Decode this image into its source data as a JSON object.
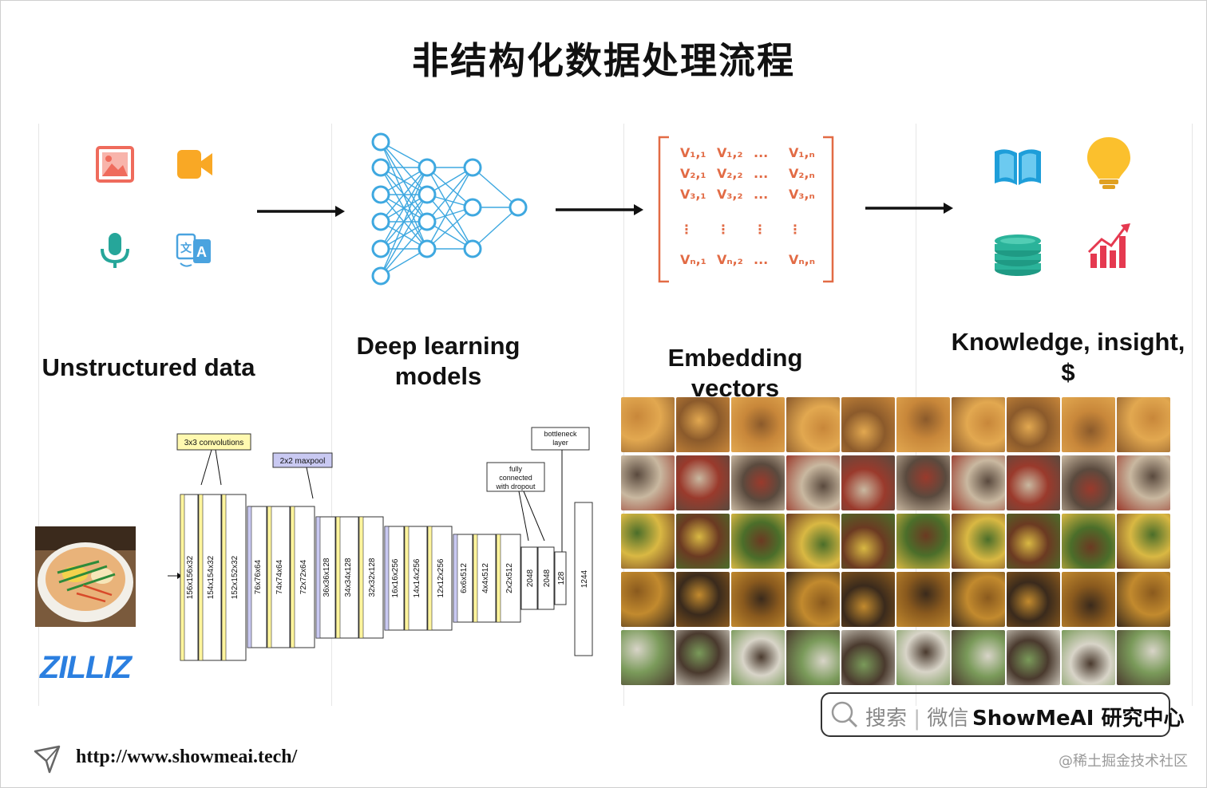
{
  "title": "非结构化数据处理流程",
  "stages": [
    {
      "label": "Unstructured data"
    },
    {
      "label_line1": "Deep learning",
      "label_line2": "models"
    },
    {
      "label": "Embedding vectors"
    },
    {
      "label_line1": "Knowledge, insight,",
      "label_line2": "$"
    }
  ],
  "input_icons": [
    "image-icon",
    "video-camera-icon",
    "microphone-icon",
    "translate-icon"
  ],
  "output_icons": [
    "open-book-icon",
    "light-bulb-icon",
    "database-icon",
    "growth-chart-icon"
  ],
  "colors": {
    "image": "#ef6b5c",
    "video": "#f9a825",
    "mic": "#26a69a",
    "translate": "#4aa3df",
    "network": "#3ea8e0",
    "matrix": "#e26b45",
    "book": "#1e9ed9",
    "bulb": "#fbc02d",
    "database": "#2bb39a",
    "chart": "#e53950",
    "zilliz": "#2b7fe0"
  },
  "matrix": {
    "rows": [
      [
        "V₁,₁",
        "V₁,₂",
        "...",
        "V₁,ₙ"
      ],
      [
        "V₂,₁",
        "V₂,₂",
        "...",
        "V₂,ₙ"
      ],
      [
        "V₃,₁",
        "V₃,₂",
        "...",
        "V₃,ₙ"
      ],
      [
        "⋮",
        "⋮",
        "⋮",
        "⋮"
      ],
      [
        "Vₙ,₁",
        "Vₙ,₂",
        "...",
        "Vₙ,ₙ"
      ]
    ]
  },
  "cnn": {
    "annotations": {
      "conv": "3x3 convolutions",
      "pool": "2x2 maxpool",
      "fc_line1": "fully",
      "fc_line2": "connected",
      "fc_line3": "with dropout",
      "bottleneck_line1": "bottleneck",
      "bottleneck_line2": "layer"
    },
    "layers": [
      "156x156x32",
      "154x154x32",
      "152x152x32",
      "76x76x64",
      "74x74x64",
      "72x72x64",
      "36x36x128",
      "34x34x128",
      "32x32x128",
      "16x16x256",
      "14x14x256",
      "12x12x256",
      "6x6x512",
      "4x4x512",
      "2x2x512",
      "2048",
      "2048",
      "128",
      "1244"
    ]
  },
  "brand_logo": "ZILLIZ",
  "search": {
    "prefix": "搜索",
    "separator": "|",
    "channel": "微信",
    "brand": "ShowMeAI 研究中心"
  },
  "url": "http://www.showmeai.tech/",
  "watermark": "@稀土掘金技术社区"
}
